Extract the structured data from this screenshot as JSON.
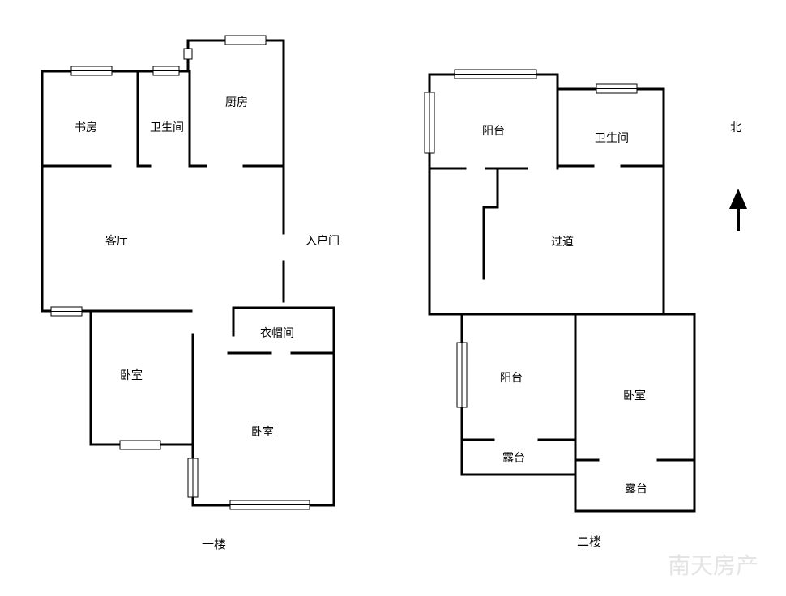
{
  "floor1": {
    "caption": "一楼",
    "rooms": {
      "study": "书房",
      "bathroom": "卫生间",
      "kitchen": "厨房",
      "living_room": "客厅",
      "entrance": "入户门",
      "wardrobe": "衣帽间",
      "bedroom_left": "卧室",
      "bedroom_main": "卧室"
    }
  },
  "floor2": {
    "caption": "二楼",
    "rooms": {
      "balcony_top": "阳台",
      "bathroom": "卫生间",
      "hallway": "过道",
      "balcony_bottom": "阳台",
      "terrace_left": "露台",
      "bedroom": "卧室",
      "terrace_right": "露台"
    }
  },
  "compass": {
    "label": "北",
    "icon": "north-arrow-icon"
  },
  "watermark": "南天房产"
}
